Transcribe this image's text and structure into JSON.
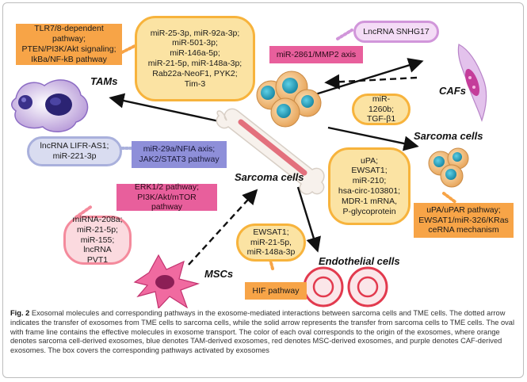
{
  "figure": {
    "labels": {
      "tams": "TAMs",
      "cafs": "CAFs",
      "sarcoma_center": "Sarcoma cells",
      "sarcoma_right": "Sarcoma cells",
      "mscs": "MSCs",
      "endothelial": "Endothelial cells"
    },
    "ovals": {
      "sarcoma_mirs": "miR-25-3p, miR-92a-3p;\nmiR-501-3p;\nmiR-146a-5p;\nmiR-21-5p, miR-148a-3p;\nRab22a-NeoF1, PYK2;\nTim-3",
      "lncrna_snhg17": "LncRNA SNHG17",
      "mir1260b": "miR-1260b;\nTGF-β1",
      "lncrna_lifr": "lncRNA LIFR-AS1;\nmiR-221-3p",
      "upa_list": "uPA;\nEWSAT1;\nmiR-210;\nhsa-circ-103801;\nMDR-1 mRNA,\nP-glycoprotein",
      "mirna208a": "miRNA-208a;\nmiR-21-5p;\nmiR-155;\nlncRNA PVT1",
      "ewsat1": "EWSAT1;\nmiR-21-5p,\nmiR-148a-3p"
    },
    "boxes": {
      "tlr": "TLR7/8-dependent pathway;\nPTEN/PI3K/Akt signaling;\nIkBa/NF-kB pathway",
      "mir2861": "miR-2861/MMP2 axis",
      "mir29a": "miR-29a/NFIA axis;\nJAK2/STAT3 pathway",
      "erk": "ERK1/2 pathway;\nPI3K/Akt/mTOR pathway",
      "upa_pathway": "uPA/uPAR pathway;\nEWSAT1/miR-326/KRas\nceRNA mechanism",
      "hif": "HIF pathway"
    },
    "colors": {
      "sarcoma_derived": "#f7b33c",
      "tam_derived": "#a9b0dc",
      "msc_derived": "#f48a9c",
      "caf_derived": "#d196da"
    },
    "icons": [
      "macrophage-icon",
      "fibroblast-icon",
      "sarcoma-cell-icon",
      "bone-icon",
      "msc-icon",
      "endothelial-icon"
    ]
  },
  "caption": {
    "fig_label": "Fig. 2",
    "text": " Exosomal molecules and corresponding pathways in the exosome-mediated interactions between sarcoma cells and TME cells. The dotted arrow indicates the transfer of exosomes from TME cells to sarcoma cells, while the solid arrow represents the transfer from sarcoma cells to TME cells. The oval with frame line contains the effective molecules in exosome transport. The color of each oval corresponds to the origin of the exosomes, where orange denotes sarcoma cell-derived exosomes, blue denotes TAM-derived exosomes, red denotes MSC-derived exosomes, and purple denotes CAF-derived exosomes. The box covers the corresponding pathways activated by exosomes"
  }
}
